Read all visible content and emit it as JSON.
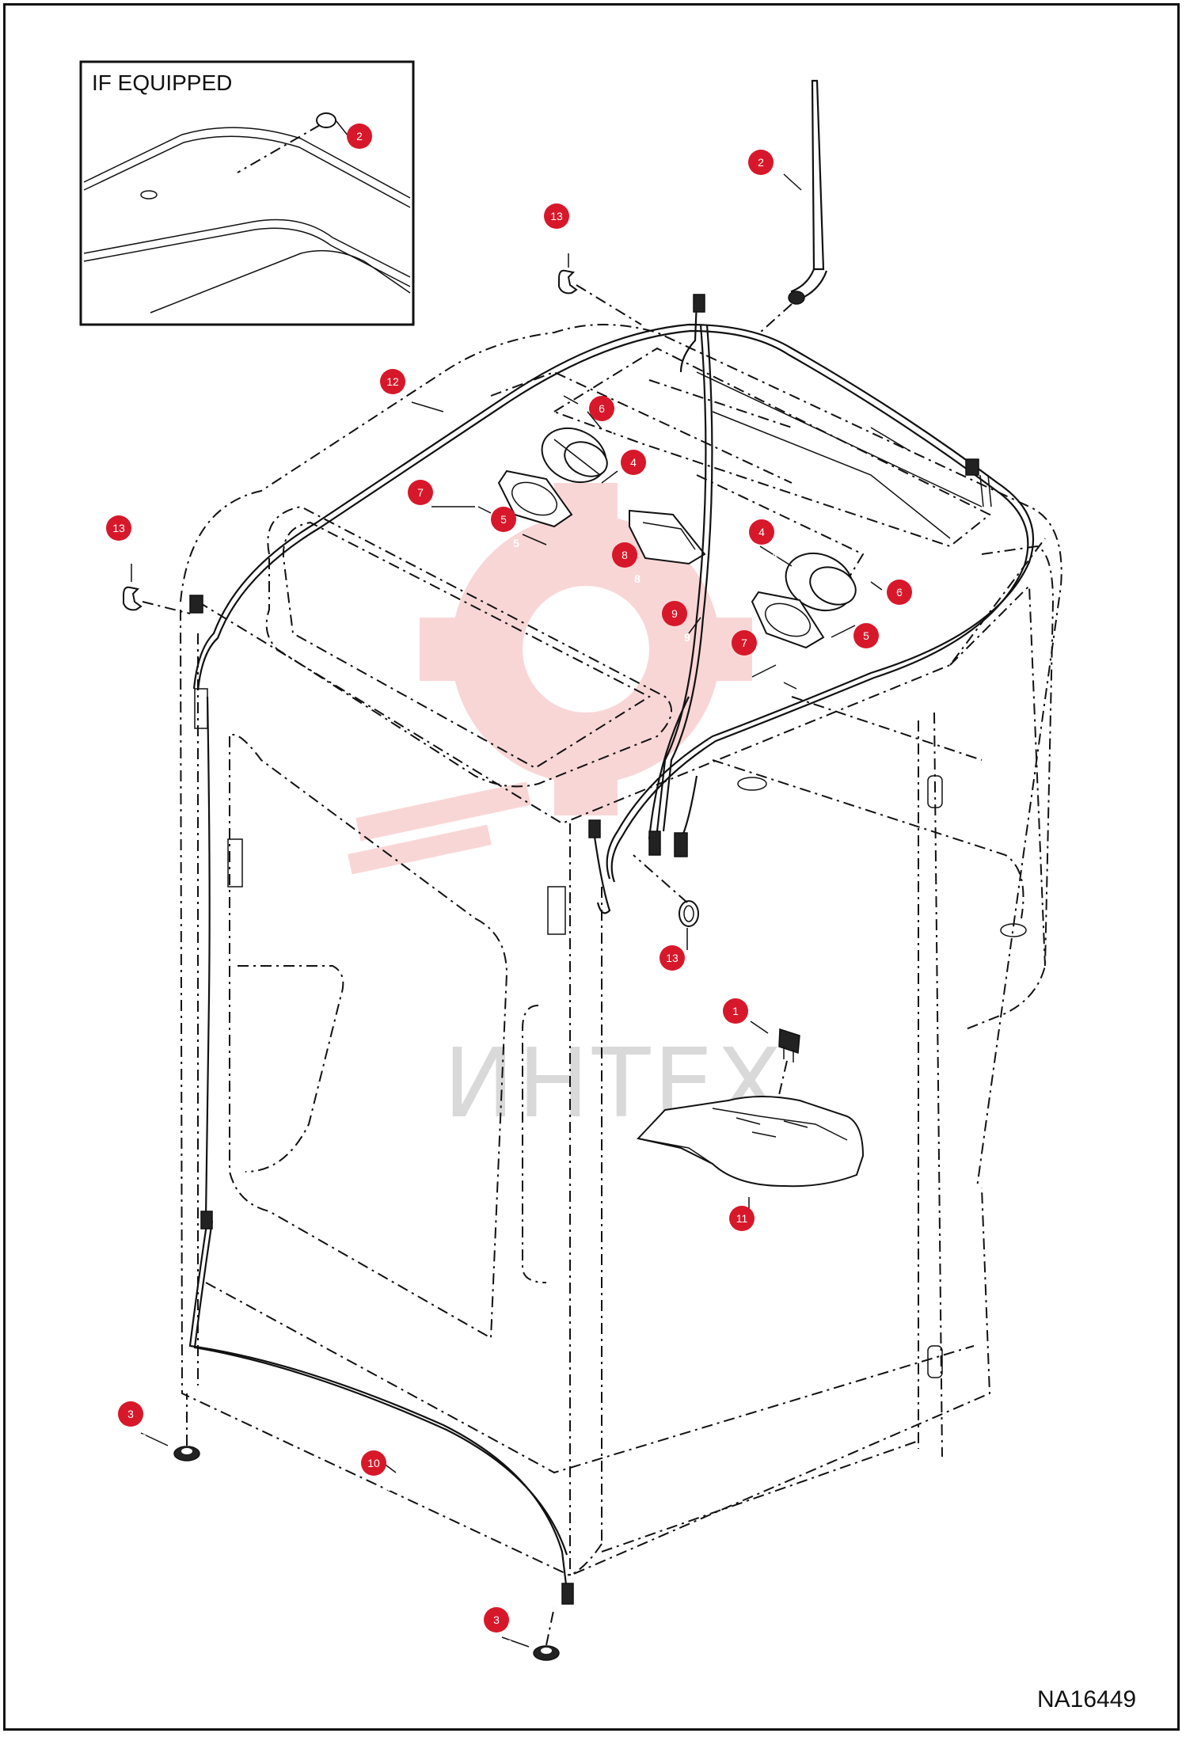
{
  "figure_id": "NA16449",
  "inset": {
    "title": "IF EQUIPPED"
  },
  "watermark": {
    "text": "ИНТЕХ"
  },
  "colors": {
    "badge": "#d7182a",
    "watermark": "#f2a5a5",
    "line": "#111111"
  },
  "callouts": [
    {
      "num": "2"
    },
    {
      "num": "13"
    },
    {
      "num": "2"
    },
    {
      "num": "12"
    },
    {
      "num": "6"
    },
    {
      "num": "4"
    },
    {
      "num": "7"
    },
    {
      "num": "5"
    },
    {
      "num": "13"
    },
    {
      "num": "8"
    },
    {
      "num": "4"
    },
    {
      "num": "6"
    },
    {
      "num": "9"
    },
    {
      "num": "5"
    },
    {
      "num": "7"
    },
    {
      "num": "13"
    },
    {
      "num": "1"
    },
    {
      "num": "11"
    },
    {
      "num": "3"
    },
    {
      "num": "10"
    },
    {
      "num": "3"
    }
  ]
}
